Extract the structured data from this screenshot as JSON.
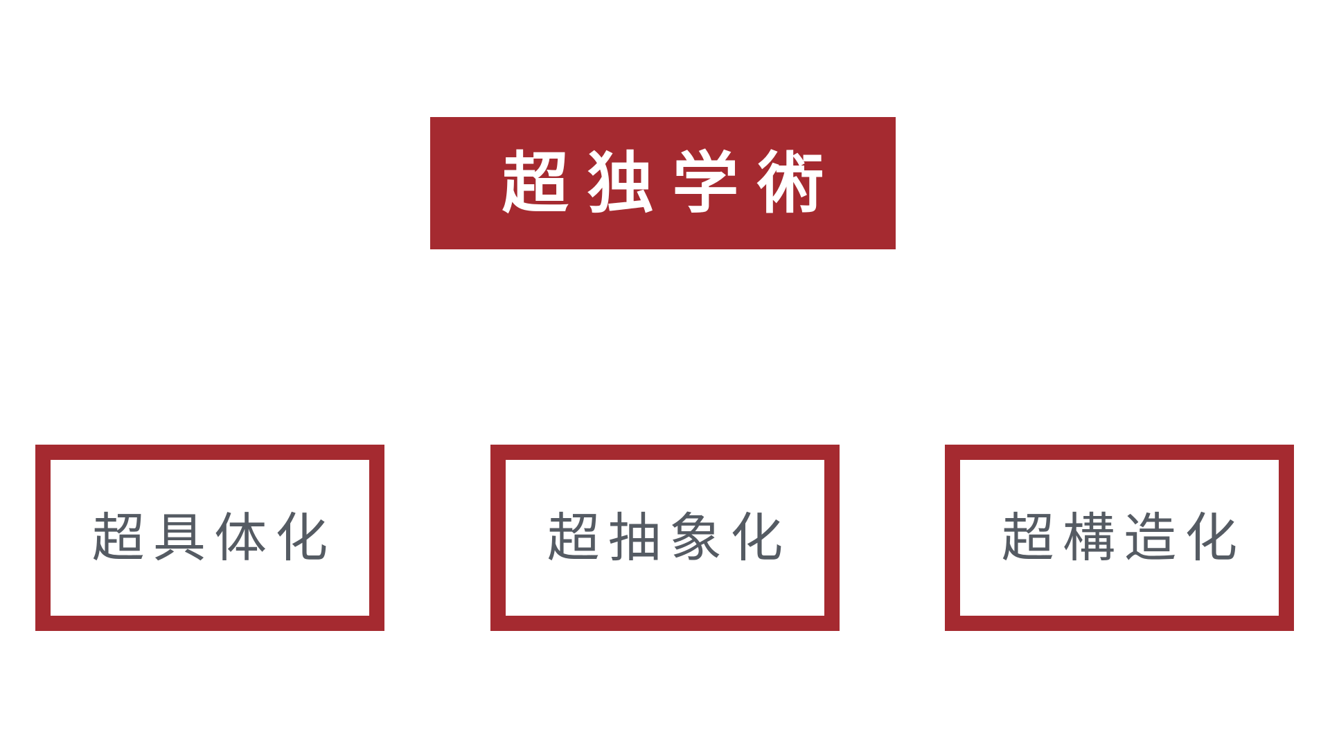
{
  "title": "超独学術",
  "nodes": [
    {
      "label": "超具体化"
    },
    {
      "label": "超抽象化"
    },
    {
      "label": "超構造化"
    }
  ],
  "colors": {
    "accent": "#a52a30",
    "title_text": "#ffffff",
    "node_text": "#555b63",
    "background": "#ffffff"
  }
}
